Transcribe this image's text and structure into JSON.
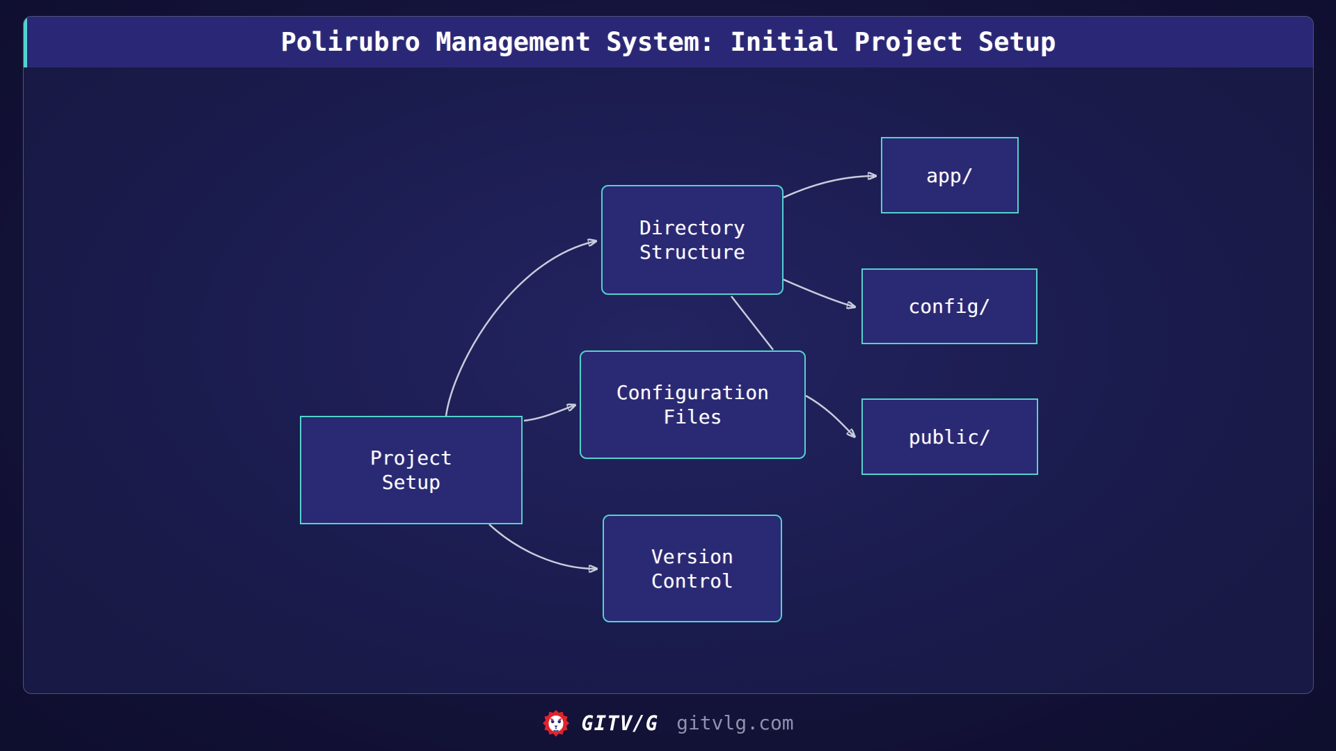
{
  "header": {
    "title": "Polirubro Management System: Initial Project Setup"
  },
  "diagram": {
    "nodes": [
      {
        "id": "project-setup",
        "lines": [
          "Project",
          "Setup"
        ]
      },
      {
        "id": "directory-structure",
        "lines": [
          "Directory",
          "Structure"
        ]
      },
      {
        "id": "configuration-files",
        "lines": [
          "Configuration",
          "Files"
        ]
      },
      {
        "id": "version-control",
        "lines": [
          "Version",
          "Control"
        ]
      },
      {
        "id": "app",
        "lines": [
          "app/"
        ]
      },
      {
        "id": "config",
        "lines": [
          "config/"
        ]
      },
      {
        "id": "public",
        "lines": [
          "public/"
        ]
      }
    ],
    "edges": [
      {
        "from": "project-setup",
        "to": "directory-structure",
        "arrow": true
      },
      {
        "from": "project-setup",
        "to": "configuration-files",
        "arrow": true
      },
      {
        "from": "project-setup",
        "to": "version-control",
        "arrow": true
      },
      {
        "from": "directory-structure",
        "to": "app",
        "arrow": true
      },
      {
        "from": "directory-structure",
        "to": "config",
        "arrow": true
      },
      {
        "from": "directory-structure",
        "to": "configuration-files",
        "arrow": false
      },
      {
        "from": "configuration-files",
        "to": "public",
        "arrow": true
      }
    ]
  },
  "footer": {
    "brand": "GITV/G",
    "site": "gitvlg.com",
    "icon": "lion-icon"
  },
  "colors": {
    "accent_teal": "#54d3cd",
    "node_fill": "#2a2973",
    "titlebar_bg": "#2a2876",
    "panel_bg": "#1b1c4f",
    "outer_bg": "#131238",
    "edge_stroke": "#c9ccdc",
    "brand_red": "#e1222d",
    "site_text": "#8e92ae",
    "text_white": "#ffffff"
  }
}
